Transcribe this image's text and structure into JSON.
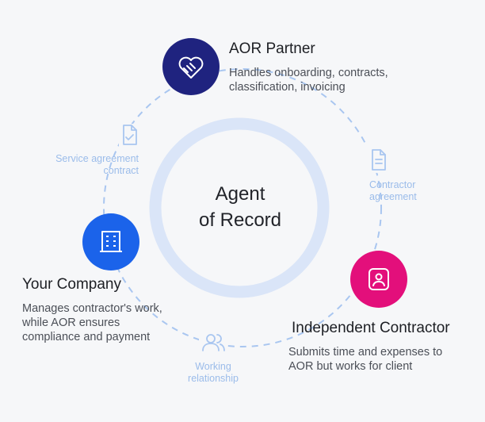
{
  "center": {
    "line1": "Agent",
    "line2": "of Record"
  },
  "nodes": {
    "aor_partner": {
      "title": "AOR Partner",
      "desc_line1": "Handles onboarding, contracts,",
      "desc_line2": "classification, invoicing",
      "icon": "handshake-heart-icon",
      "color": "#1f237f"
    },
    "your_company": {
      "title": "Your Company",
      "desc_line1": "Manages contractor's work,",
      "desc_line2": "while AOR ensures",
      "desc_line3": "compliance and payment",
      "icon": "building-icon",
      "color": "#1b63ea"
    },
    "independent_contractor": {
      "title": "Independent Contractor",
      "desc_line1": "Submits time and expenses to",
      "desc_line2": "AOR but works for client",
      "icon": "person-badge-icon",
      "color": "#e30f7b"
    }
  },
  "edges": {
    "service_agreement": {
      "line1": "Service agreement",
      "line2": "contract",
      "icon": "document-check-icon"
    },
    "contractor_agreement": {
      "line1": "Contractor",
      "line2": "agreement",
      "icon": "document-icon"
    },
    "working_relationship": {
      "line1": "Working",
      "line2": "relationship",
      "icon": "users-icon"
    }
  }
}
